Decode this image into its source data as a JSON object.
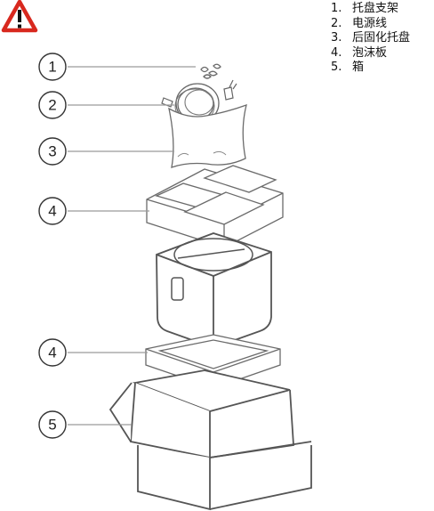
{
  "legend": {
    "items": [
      {
        "num": "1.",
        "label": "托盘支架"
      },
      {
        "num": "2.",
        "label": "电源线"
      },
      {
        "num": "3.",
        "label": "后固化托盘"
      },
      {
        "num": "4.",
        "label": "泡沫板"
      },
      {
        "num": "5.",
        "label": "箱"
      }
    ]
  },
  "callouts": [
    "1",
    "2",
    "3",
    "4",
    "4",
    "5"
  ],
  "colors": {
    "warning": "#d8281e",
    "line": "#555555"
  },
  "icons": {
    "warning": "warning-triangle-icon"
  }
}
